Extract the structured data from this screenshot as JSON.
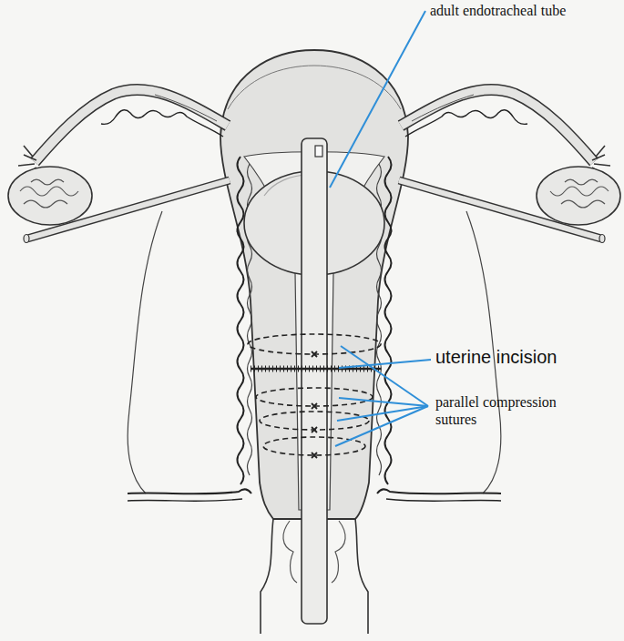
{
  "diagram": {
    "labels": [
      "adult endotracheal tube",
      "uterine incision",
      "parallel compression sutures"
    ]
  }
}
